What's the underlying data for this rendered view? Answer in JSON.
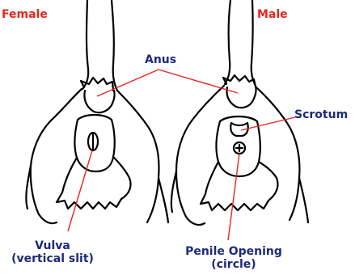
{
  "labels": {
    "female": "Female",
    "male": "Male",
    "anus": "Anus",
    "scrotum": "Scrotum",
    "vulva": "Vulva",
    "vulva_note": "(vertical slit)",
    "penile_opening": "Penile Opening",
    "penile_note": "(circle)"
  },
  "colors": {
    "title": "#e8251f",
    "label": "#1d2a7a",
    "leader_line": "#e8251f",
    "outline": "#000000"
  }
}
